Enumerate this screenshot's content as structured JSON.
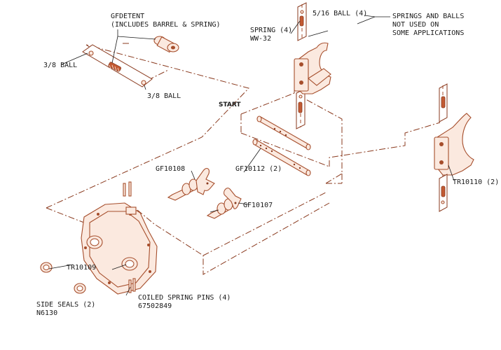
{
  "diagram": {
    "labels": {
      "gf_detent": "GFDETENT",
      "gf_detent_note": "(INCLUDES BARREL & SPRING)",
      "ball_38_left": "3/8 BALL",
      "ball_38_right": "3/8 BALL",
      "start": "START",
      "spring": "SPRING (4)",
      "spring_part": "WW-32",
      "ball_516": "5/16 BALL (4)",
      "note_line1": "SPRINGS AND BALLS",
      "note_line2": "NOT USED ON",
      "note_line3": "SOME APPLICATIONS",
      "gf10108": "GF10108",
      "gf10112": "GF10112 (2)",
      "gf10107": "GF10107",
      "tr10110": "TR10110 (2)",
      "tr10109": "TR10109",
      "side_seals": "SIDE SEALS (2)",
      "side_seals_part": "N6130",
      "coiled_pins": "COILED SPRING PINS (4)",
      "coiled_pins_part": "67502849"
    },
    "colors": {
      "part_fill": "#fbe9df",
      "part_stroke": "#a64e2c",
      "dash_line": "#8a3a1e",
      "text": "#1a1a1a"
    }
  }
}
